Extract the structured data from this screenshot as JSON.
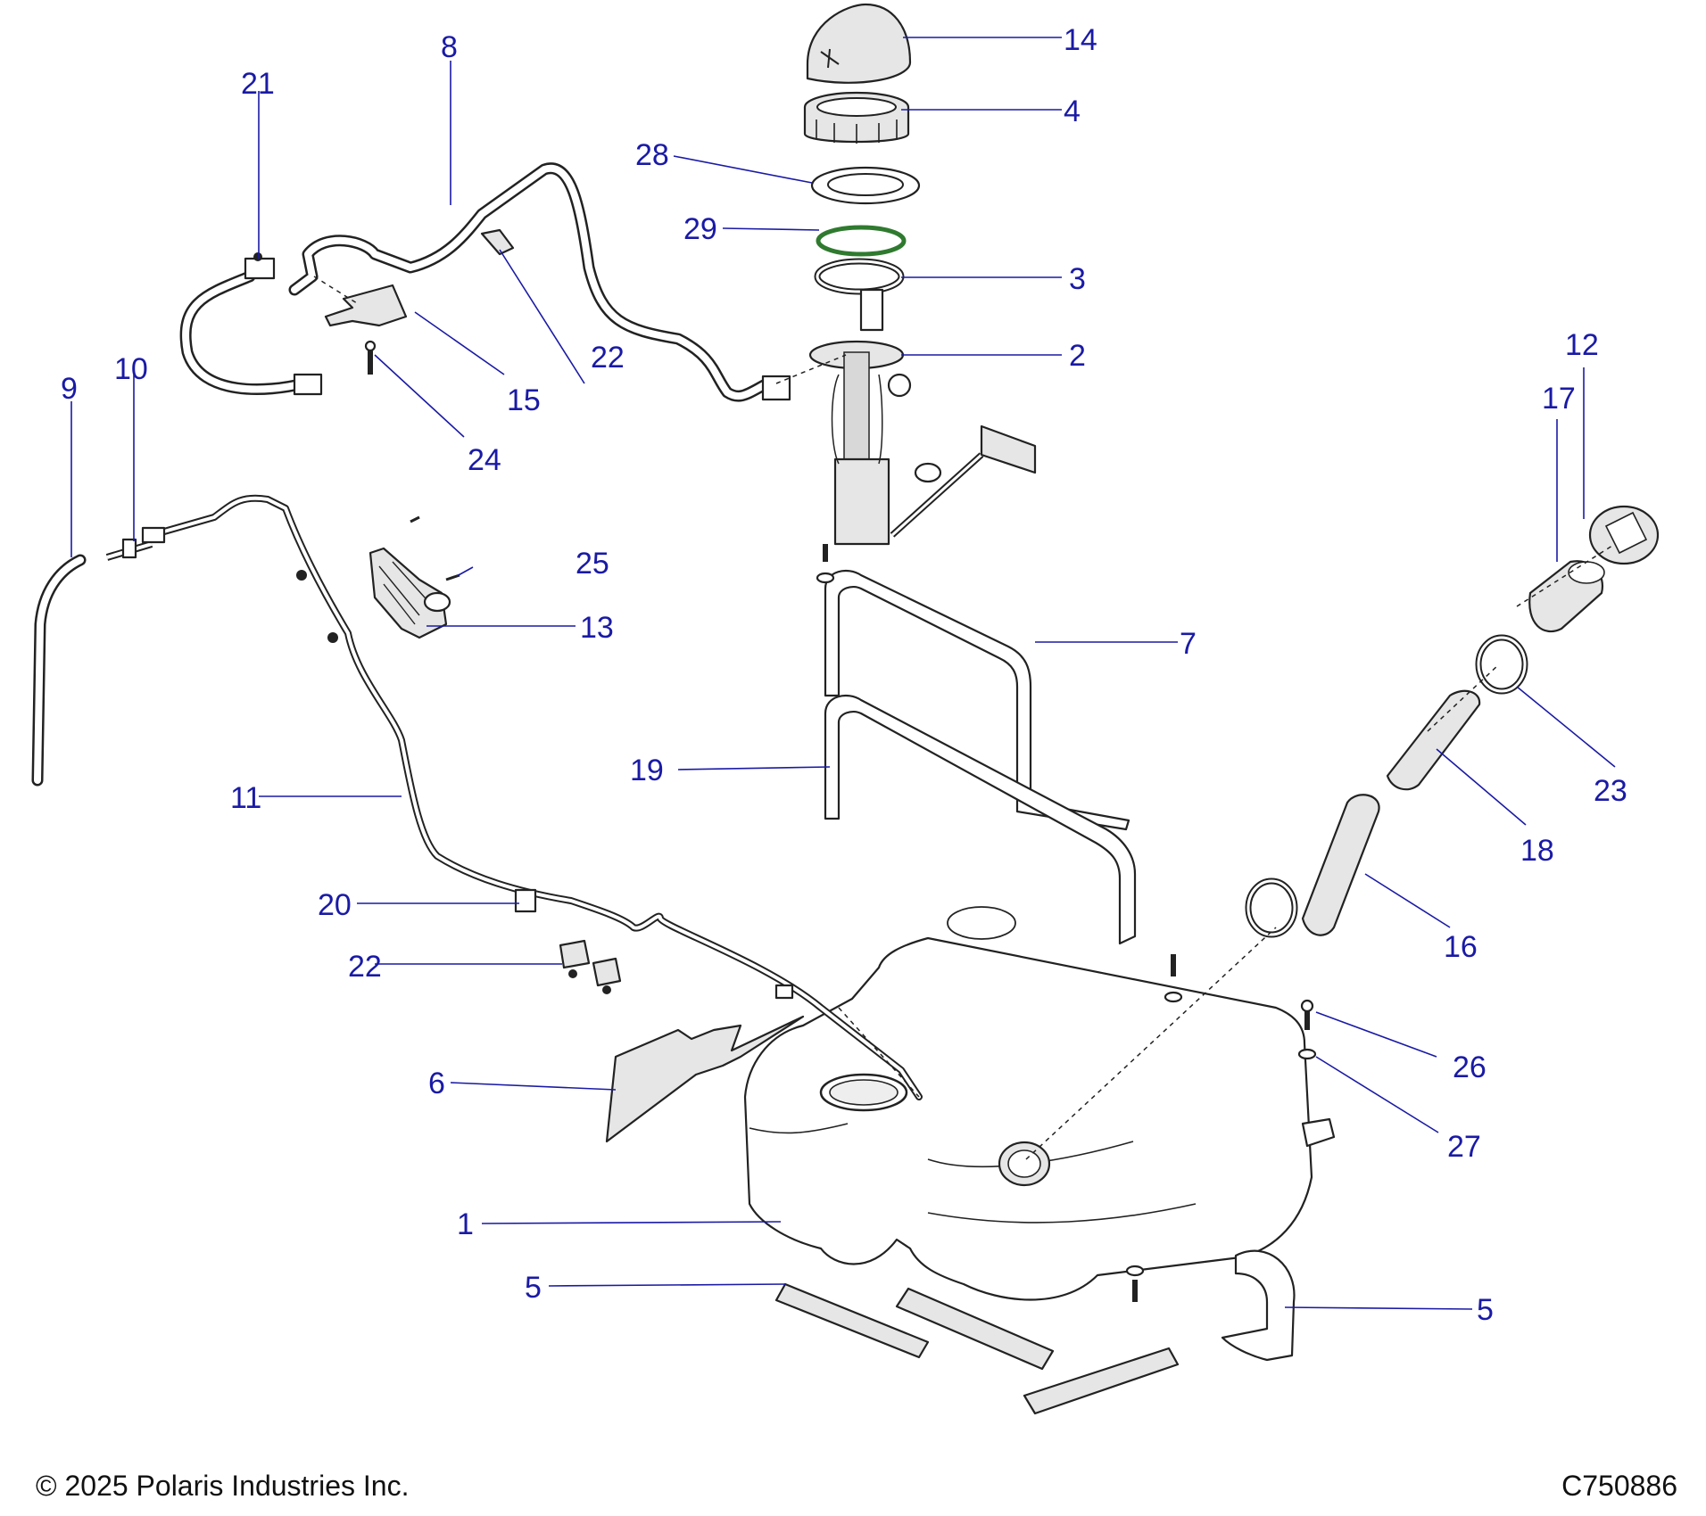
{
  "footer": {
    "copyright": "© 2025 Polaris Industries Inc.",
    "diagram_code": "C750886"
  },
  "callouts": [
    {
      "id": "c1",
      "label": "1"
    },
    {
      "id": "c2",
      "label": "2"
    },
    {
      "id": "c3",
      "label": "3"
    },
    {
      "id": "c4",
      "label": "4"
    },
    {
      "id": "c5a",
      "label": "5"
    },
    {
      "id": "c5b",
      "label": "5"
    },
    {
      "id": "c6",
      "label": "6"
    },
    {
      "id": "c7",
      "label": "7"
    },
    {
      "id": "c8",
      "label": "8"
    },
    {
      "id": "c9",
      "label": "9"
    },
    {
      "id": "c10",
      "label": "10"
    },
    {
      "id": "c11",
      "label": "11"
    },
    {
      "id": "c12",
      "label": "12"
    },
    {
      "id": "c13",
      "label": "13"
    },
    {
      "id": "c14",
      "label": "14"
    },
    {
      "id": "c15",
      "label": "15"
    },
    {
      "id": "c16",
      "label": "16"
    },
    {
      "id": "c17",
      "label": "17"
    },
    {
      "id": "c18",
      "label": "18"
    },
    {
      "id": "c19",
      "label": "19"
    },
    {
      "id": "c20",
      "label": "20"
    },
    {
      "id": "c21",
      "label": "21"
    },
    {
      "id": "c22a",
      "label": "22"
    },
    {
      "id": "c22b",
      "label": "22"
    },
    {
      "id": "c23",
      "label": "23"
    },
    {
      "id": "c24",
      "label": "24"
    },
    {
      "id": "c25",
      "label": "25"
    },
    {
      "id": "c26",
      "label": "26"
    },
    {
      "id": "c27",
      "label": "27"
    },
    {
      "id": "c28",
      "label": "28"
    },
    {
      "id": "c29",
      "label": "29"
    }
  ]
}
